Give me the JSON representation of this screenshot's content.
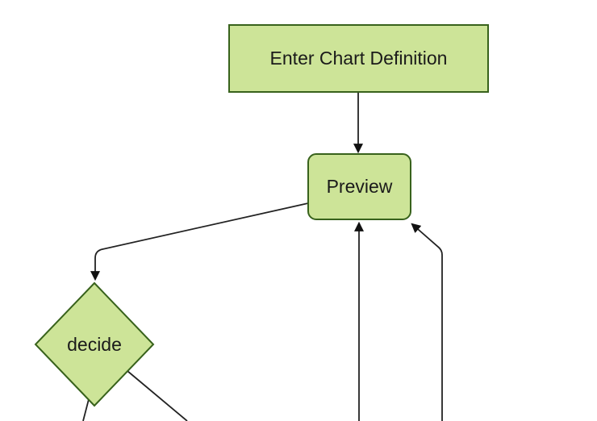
{
  "diagram": {
    "type": "flowchart",
    "orientation": "top-down",
    "background": "#ffffff",
    "node_fill": "#cde498",
    "node_border": "#38621c",
    "edge_color": "#222222",
    "arrow_color": "#111111",
    "text_color": "#1a1a1a",
    "nodes": {
      "enter": {
        "label": "Enter Chart Definition",
        "shape": "rectangle"
      },
      "preview": {
        "label": "Preview",
        "shape": "rounded-rectangle"
      },
      "decide": {
        "label": "decide",
        "shape": "diamond"
      }
    },
    "edges": [
      {
        "from": "enter",
        "to": "preview",
        "arrow": true
      },
      {
        "from": "preview",
        "to": "decide",
        "arrow": true
      },
      {
        "from": "offscreen-bottom-center",
        "to": "preview",
        "arrow": true
      },
      {
        "from": "offscreen-bottom-right",
        "to": "preview",
        "arrow": true
      },
      {
        "from": "decide",
        "to": "offscreen-bottom-left",
        "arrow": false
      },
      {
        "from": "decide",
        "to": "offscreen-bottom-right",
        "arrow": false
      }
    ]
  }
}
